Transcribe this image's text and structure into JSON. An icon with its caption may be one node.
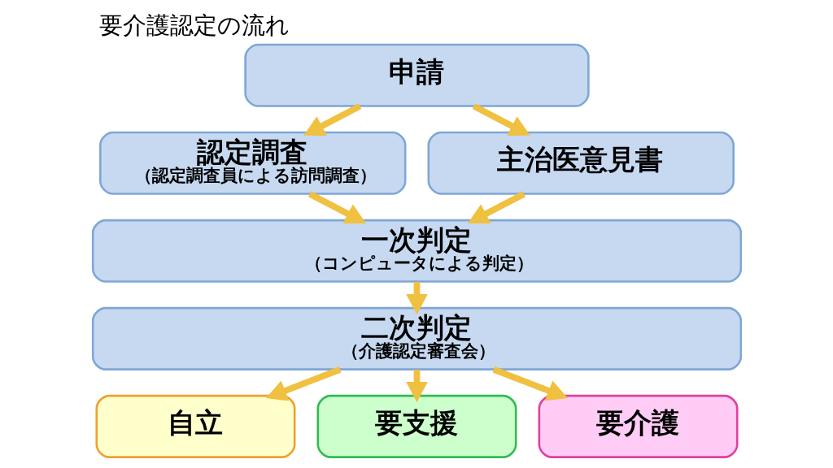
{
  "diagram": {
    "title": "要介護認定の流れ",
    "nodes": [
      {
        "text": [
          "申請"
        ]
      },
      {
        "text": [
          "認定調査",
          "（認定調査員による訪問調査）"
        ]
      },
      {
        "text": [
          "主治医意見書"
        ]
      },
      {
        "text": [
          "一次判定",
          "（コンピュータによる判定）"
        ]
      },
      {
        "text": [
          "二次判定",
          "（介護認定審査会）"
        ]
      },
      {
        "text": [
          "自立"
        ]
      },
      {
        "text": [
          "要支援"
        ]
      },
      {
        "text": [
          "要介護"
        ]
      }
    ],
    "edges": [
      {
        "from": 0,
        "to": 1,
        "arrow": "to"
      },
      {
        "from": 0,
        "to": 2,
        "arrow": "to"
      },
      {
        "from": 1,
        "to": 3,
        "arrow": "to"
      },
      {
        "from": 2,
        "to": 3,
        "arrow": "to"
      },
      {
        "from": 3,
        "to": 4,
        "arrow": "to"
      },
      {
        "from": 4,
        "to": 5,
        "arrow": "to"
      },
      {
        "from": 4,
        "to": 6,
        "arrow": "to"
      },
      {
        "from": 4,
        "to": 7,
        "arrow": "to"
      }
    ]
  }
}
